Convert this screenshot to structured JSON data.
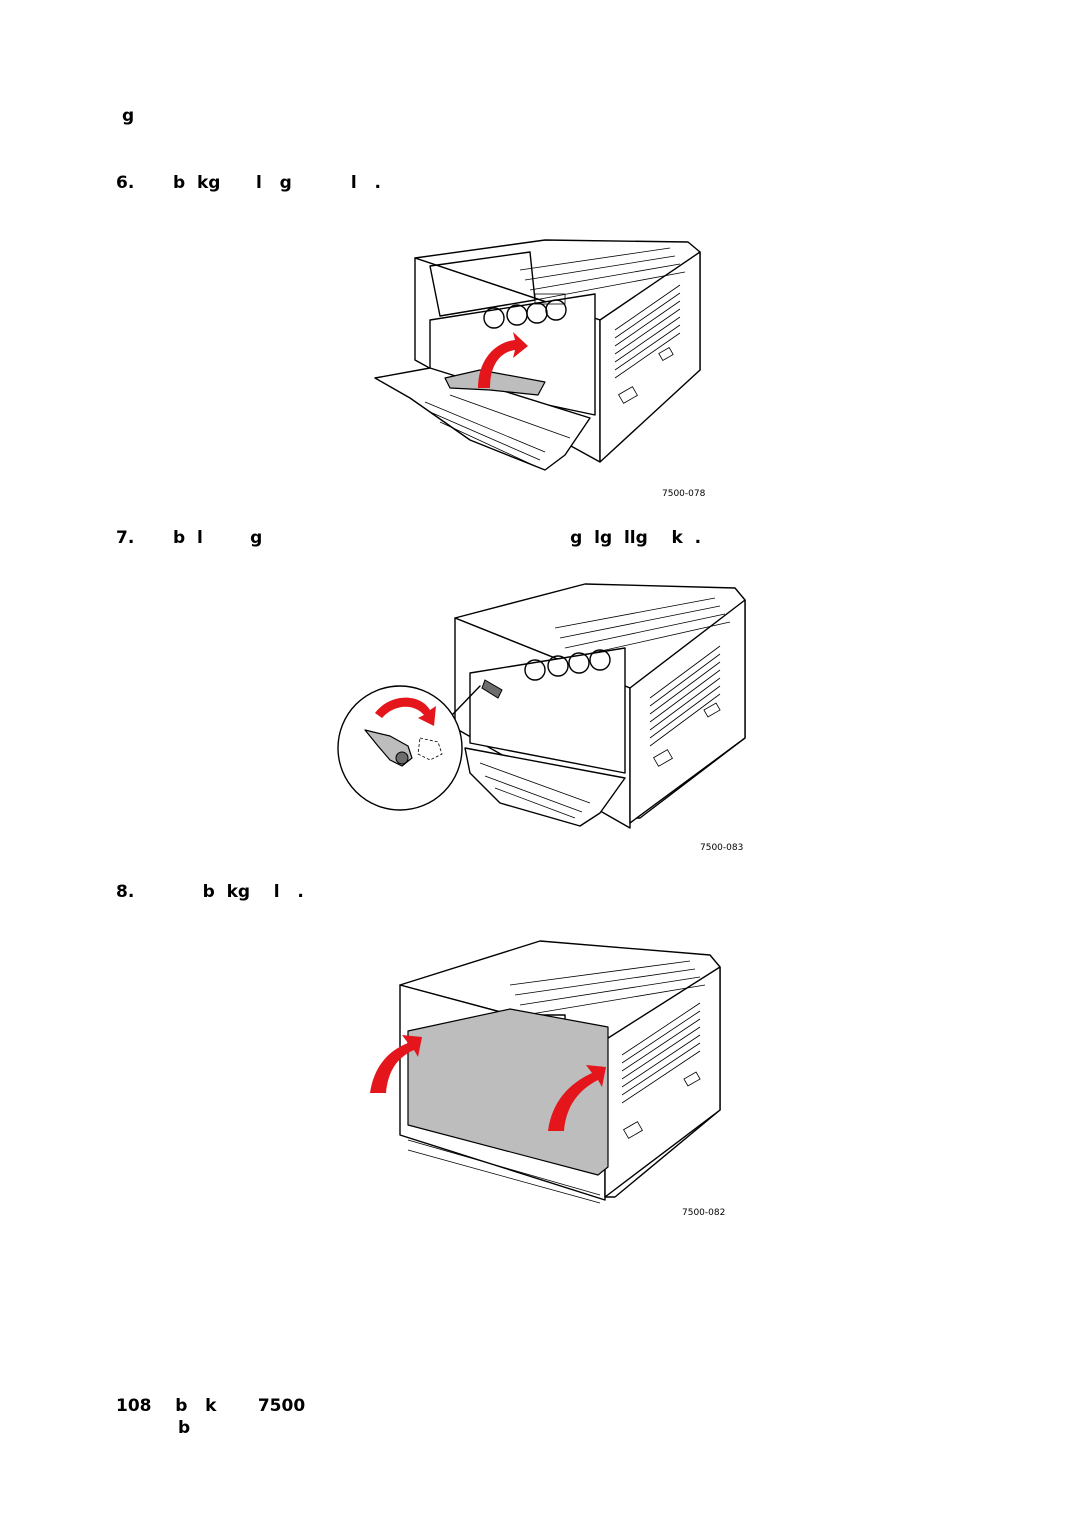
{
  "header": {
    "text": "g"
  },
  "steps": [
    {
      "number": "6.",
      "text": "b  kg      l   g          l   ."
    },
    {
      "number": "7.",
      "text": "b  l        g                                                    g  lg  llg    k  ."
    },
    {
      "number": "8.",
      "text": "     b  kg    l   ."
    }
  ],
  "figures": [
    {
      "code": "7500-078",
      "icon": "printer-front-door-open-illustration"
    },
    {
      "code": "7500-083",
      "icon": "printer-lever-rotate-illustration"
    },
    {
      "code": "7500-082",
      "icon": "printer-front-door-close-illustration"
    }
  ],
  "footer": {
    "page_number": "108",
    "line1": "b   k       7500",
    "line2": "b"
  },
  "colors": {
    "arrow": "#e4151b",
    "part_gray": "#bdbdbd"
  }
}
